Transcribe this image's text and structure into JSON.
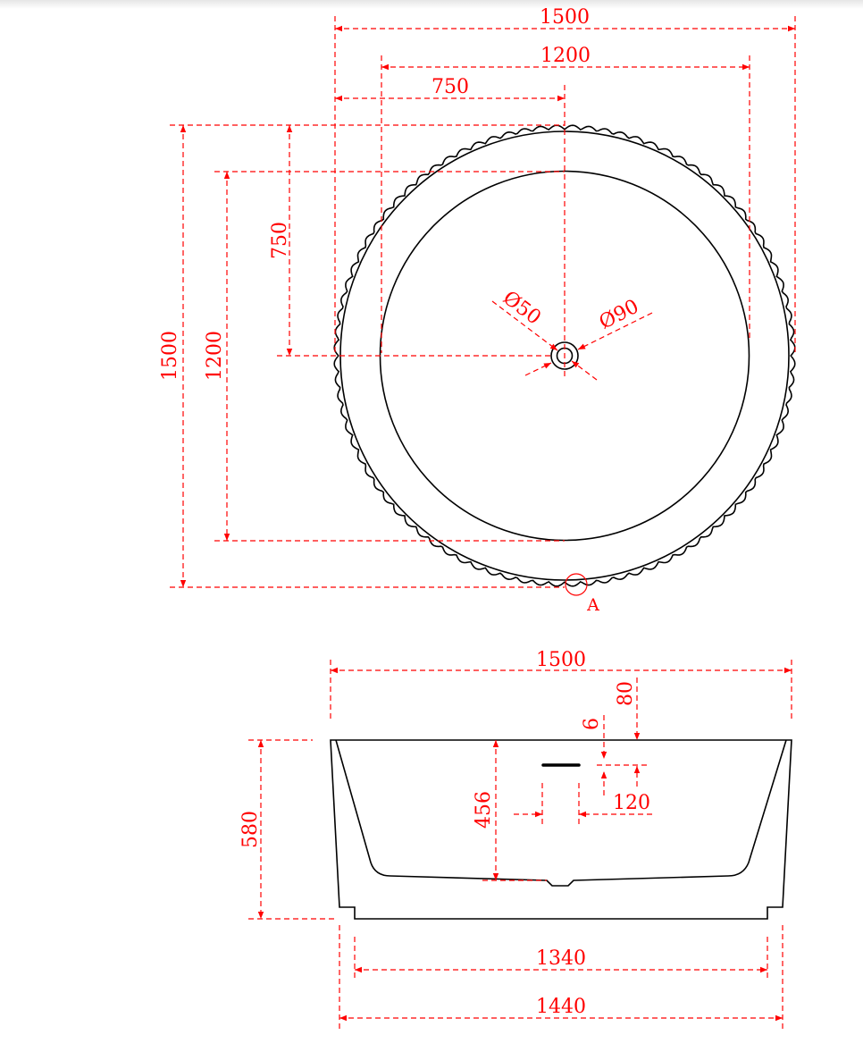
{
  "top_view": {
    "width_overall": "1500",
    "width_inner": "1200",
    "half_width": "750",
    "depth_overall": "1500",
    "depth_inner": "1200",
    "half_depth": "750",
    "drain_inner_diameter": "Ø50",
    "drain_outer_diameter": "Ø90",
    "detail_marker": "A"
  },
  "side_view": {
    "width_top": "1500",
    "height_overall": "580",
    "inner_depth": "456",
    "overflow_from_top": "80",
    "overflow_height": "6",
    "overflow_width": "120",
    "base_inner_width": "1340",
    "base_outer_width": "1440"
  },
  "colors": {
    "dimension": "#ff0000",
    "outline": "#000000"
  }
}
